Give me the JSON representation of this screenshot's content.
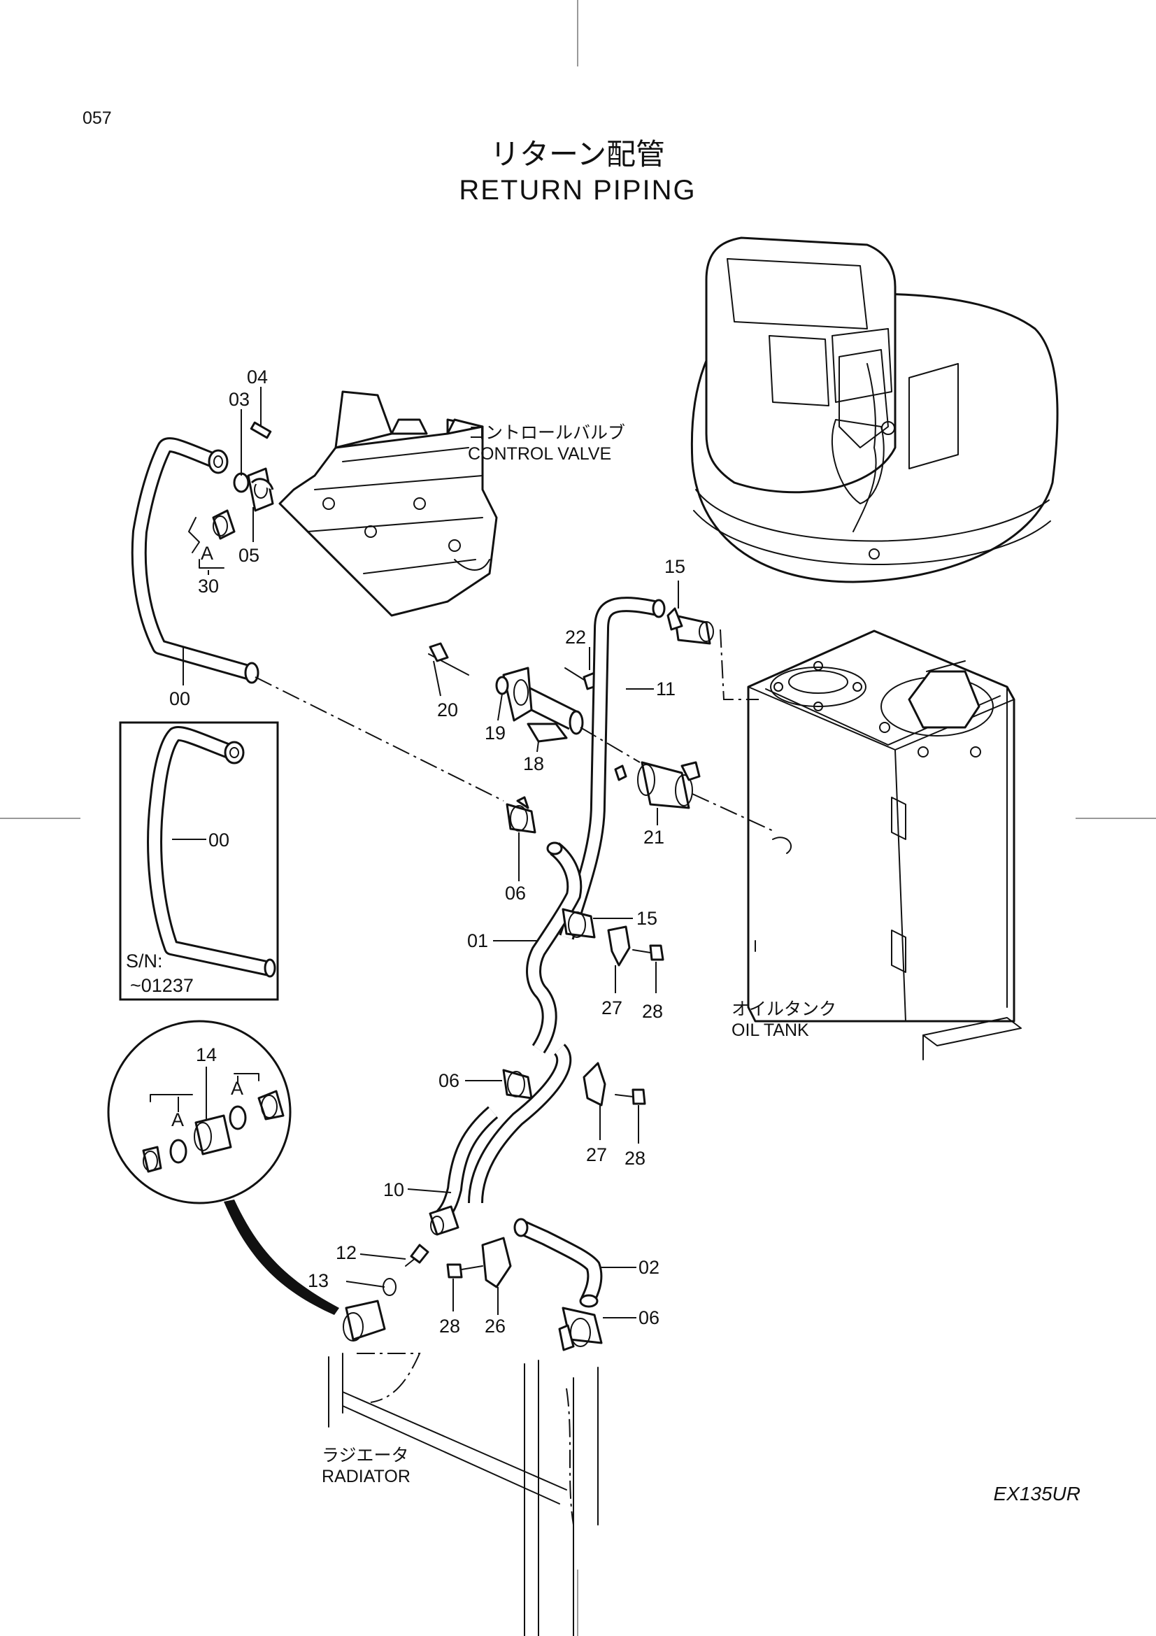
{
  "page": {
    "page_number": "057",
    "title_ja": "リターン配管",
    "title_en": "RETURN PIPING",
    "model": "EX135UR"
  },
  "labels": {
    "control_valve_ja": "コントロールバルブ",
    "control_valve_en": "CONTROL  VALVE",
    "oil_tank_ja": "オイルタンク",
    "oil_tank_en": "OIL TANK",
    "radiator_ja": "ラジエータ",
    "radiator_en": "RADIATOR",
    "serial_prefix": "S/N:",
    "serial_value": "~01237",
    "detail_mark": "A"
  },
  "parts": {
    "p00": "00",
    "p01": "01",
    "p02": "02",
    "p03": "03",
    "p04": "04",
    "p05": "05",
    "p06": "06",
    "p10": "10",
    "p11": "11",
    "p12": "12",
    "p13": "13",
    "p14": "14",
    "p15": "15",
    "p18": "18",
    "p19": "19",
    "p20": "20",
    "p21": "21",
    "p22": "22",
    "p26": "26",
    "p27": "27",
    "p28": "28",
    "p30": "30"
  }
}
